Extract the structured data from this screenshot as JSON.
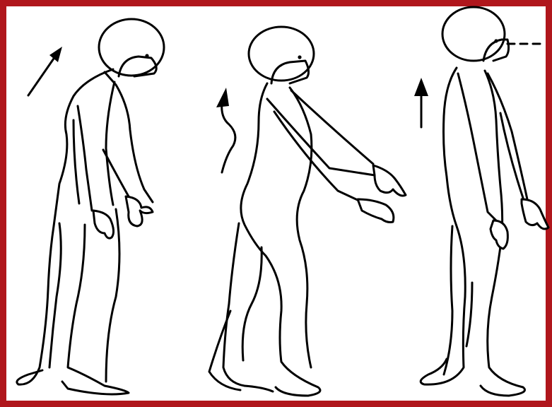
{
  "figure": {
    "frame_color": "#b0161c",
    "line_color": "#000000",
    "background": "#ffffff",
    "figures": [
      {
        "name": "stooped-posture",
        "arrow": "straight-diagonal-up"
      },
      {
        "name": "arched-posture",
        "arrow": "wavy-up"
      },
      {
        "name": "upright-posture",
        "arrow": "straight-vertical-up",
        "has_horizontal-dashed_line": true
      }
    ]
  }
}
